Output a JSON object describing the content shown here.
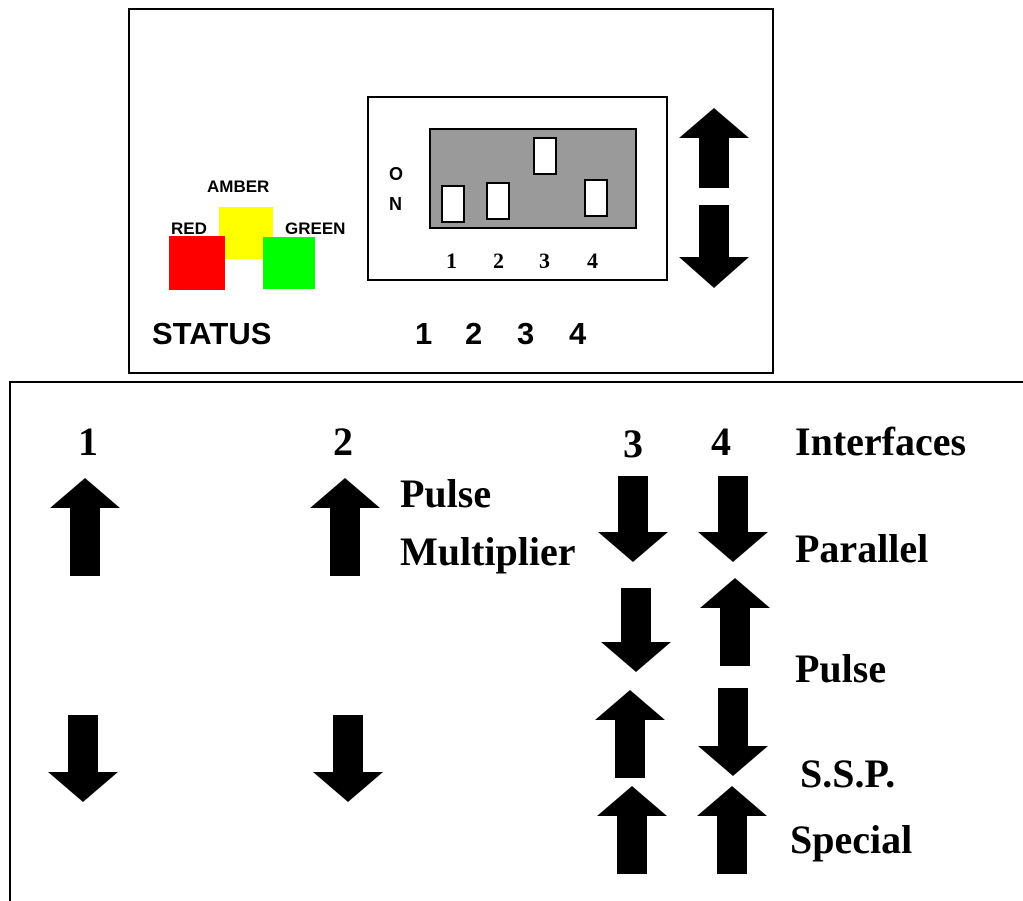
{
  "status_panel": {
    "led_labels": {
      "amber": "AMBER",
      "red": "RED",
      "green": "GREEN"
    },
    "status_label": "STATUS",
    "on_label_o": "O",
    "on_label_n": "N",
    "dip_numbers": [
      "1",
      "2",
      "3",
      "4"
    ],
    "bottom_numbers": [
      "1",
      "2",
      "3",
      "4"
    ],
    "switch_positions": [
      "down",
      "down",
      "up",
      "down"
    ],
    "colors": {
      "red": "#ff0000",
      "amber": "#ffff00",
      "green": "#00ff00",
      "dip_body": "#9a9a9a"
    }
  },
  "legend_table": {
    "column_headers": [
      "1",
      "2",
      "3",
      "4",
      "Interfaces"
    ],
    "rows": [
      {
        "interface": "Pulse Multiplier",
        "line1": "Pulse",
        "line2": "Multiplier",
        "sw1": "up",
        "sw2": "up",
        "sw3": "down",
        "sw4": "down"
      },
      {
        "interface": "Parallel",
        "sw3": "down",
        "sw4": "down"
      },
      {
        "interface": "Pulse",
        "sw3": "down",
        "sw4": "up"
      },
      {
        "interface": "S.S.P.",
        "sw1": "down",
        "sw2": "down",
        "sw3": "up",
        "sw4": "down"
      },
      {
        "interface": "Special",
        "sw3": "up",
        "sw4": "up"
      }
    ]
  }
}
